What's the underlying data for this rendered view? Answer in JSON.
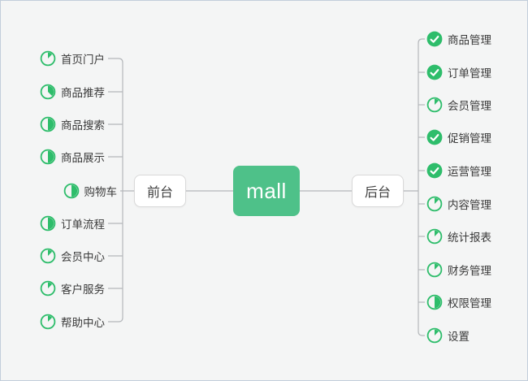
{
  "colors": {
    "accent_green": "#2ebd6b",
    "node_green": "#4ec189",
    "line": "#b4b7ba",
    "text": "#3a3a3a",
    "bg": "#f4f5f5",
    "canvas_border": "#c2cedb",
    "node_border": "#d9d9d9"
  },
  "center": {
    "label": "mall"
  },
  "left_branch": {
    "label": "前台",
    "items": [
      {
        "label": "首页门户",
        "progress": "1/8"
      },
      {
        "label": "商品推荐",
        "progress": "3/8"
      },
      {
        "label": "商品搜索",
        "progress": "1/2"
      },
      {
        "label": "商品展示",
        "progress": "1/2"
      },
      {
        "label": "购物车",
        "progress": "1/2"
      },
      {
        "label": "订单流程",
        "progress": "1/2"
      },
      {
        "label": "会员中心",
        "progress": "1/8"
      },
      {
        "label": "客户服务",
        "progress": "1/8"
      },
      {
        "label": "帮助中心",
        "progress": "1/8"
      }
    ]
  },
  "right_branch": {
    "label": "后台",
    "items": [
      {
        "label": "商品管理",
        "progress": "done"
      },
      {
        "label": "订单管理",
        "progress": "done"
      },
      {
        "label": "会员管理",
        "progress": "1/8"
      },
      {
        "label": "促销管理",
        "progress": "done"
      },
      {
        "label": "运营管理",
        "progress": "done"
      },
      {
        "label": "内容管理",
        "progress": "1/8"
      },
      {
        "label": "统计报表",
        "progress": "1/8"
      },
      {
        "label": "财务管理",
        "progress": "1/8"
      },
      {
        "label": "权限管理",
        "progress": "1/2"
      },
      {
        "label": "设置",
        "progress": "1/8"
      }
    ]
  }
}
